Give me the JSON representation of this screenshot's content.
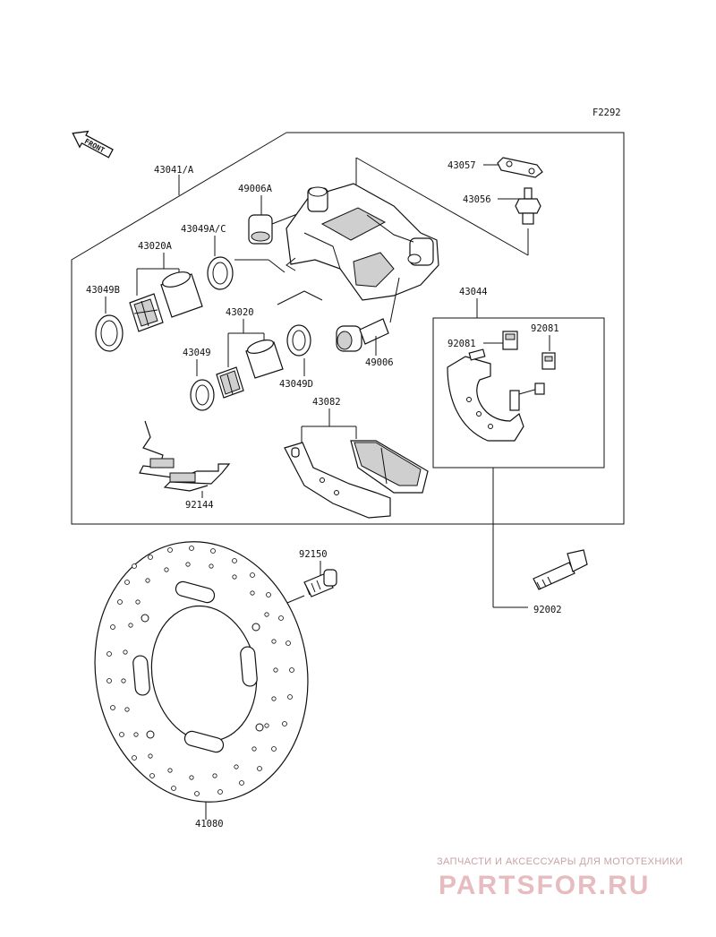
{
  "diagram": {
    "code": "F2292",
    "front_label": "FRONT",
    "parts": {
      "p43041": "43041/A",
      "p49006A": "49006A",
      "p43057": "43057",
      "p43056": "43056",
      "p43049AC": "43049A/C",
      "p43020A": "43020A",
      "p43049B": "43049B",
      "p43020": "43020",
      "p43049": "43049",
      "p43049D": "43049D",
      "p49006": "49006",
      "p43044": "43044",
      "p92081a": "92081",
      "p92081b": "92081",
      "p43082": "43082",
      "p92144": "92144",
      "p92150": "92150",
      "p92002": "92002",
      "p41080": "41080"
    }
  },
  "watermark": {
    "tagline": "ЗАПЧАСТИ И АКСЕССУАРЫ ДЛЯ МОТОТЕХНИКИ",
    "brand": "PARTSFOR.RU"
  }
}
